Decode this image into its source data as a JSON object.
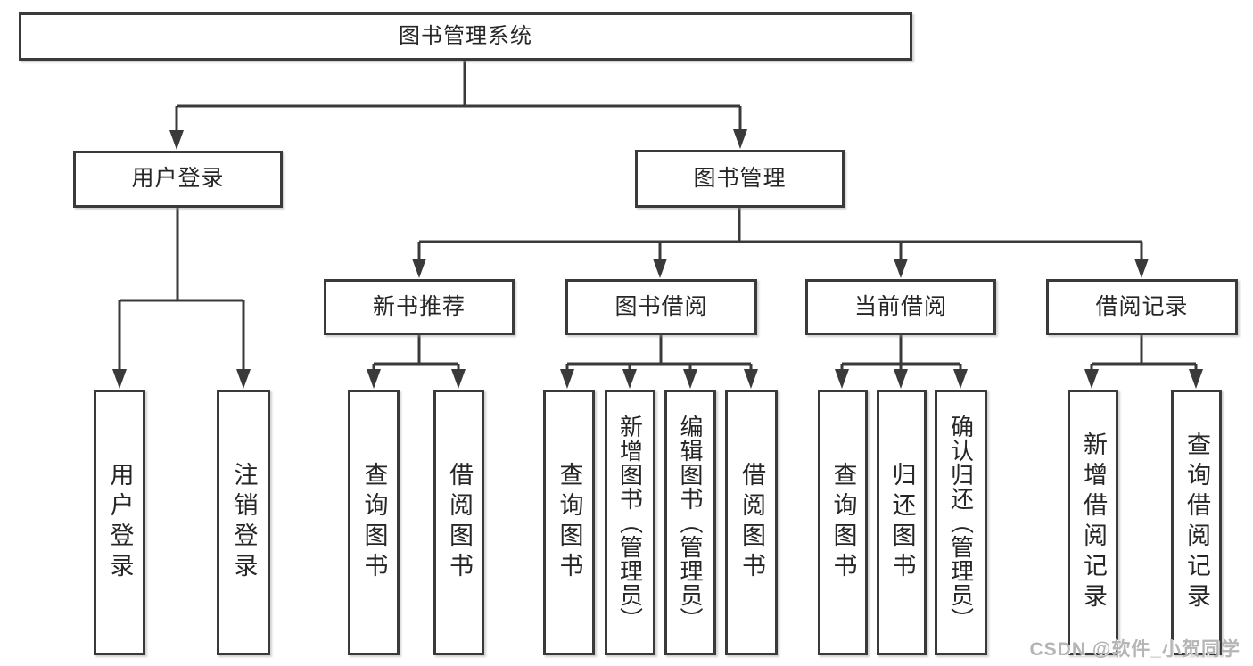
{
  "colors": {
    "line": "#3a3a3a",
    "text": "#262626",
    "background": "#ffffff",
    "watermark": "#b5b5b5"
  },
  "watermark": "CSDN @软件_小贺同学",
  "tree": {
    "label": "图书管理系统",
    "children": [
      {
        "label": "用户登录",
        "children": [
          {
            "label": "用户登录"
          },
          {
            "label": "注销登录"
          }
        ]
      },
      {
        "label": "图书管理",
        "children": [
          {
            "label": "新书推荐",
            "children": [
              {
                "label": "查询图书"
              },
              {
                "label": "借阅图书"
              }
            ]
          },
          {
            "label": "图书借阅",
            "children": [
              {
                "label": "查询图书"
              },
              {
                "label": "新增图书（管理员）"
              },
              {
                "label": "编辑图书（管理员）"
              },
              {
                "label": "借阅图书"
              }
            ]
          },
          {
            "label": "当前借阅",
            "children": [
              {
                "label": "查询图书"
              },
              {
                "label": "归还图书"
              },
              {
                "label": "确认归还（管理员）"
              }
            ]
          },
          {
            "label": "借阅记录",
            "children": [
              {
                "label": "新增借阅记录"
              },
              {
                "label": "查询借阅记录"
              }
            ]
          }
        ]
      }
    ]
  }
}
